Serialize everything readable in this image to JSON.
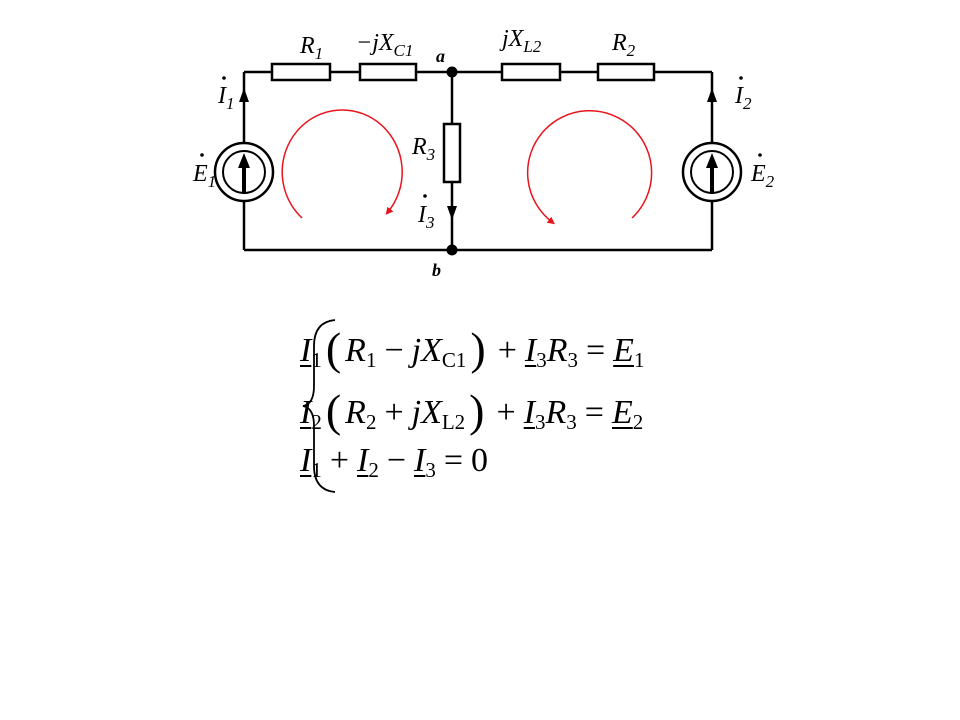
{
  "circuit": {
    "nodes": {
      "a": "a",
      "b": "b"
    },
    "elements": {
      "R1": {
        "name": "R",
        "sub": "1"
      },
      "XC1": {
        "pre": "−j",
        "name": "X",
        "sub": "C1"
      },
      "XL2": {
        "pre": "j",
        "name": "X",
        "sub": "L2"
      },
      "R2": {
        "name": "R",
        "sub": "2"
      },
      "R3": {
        "name": "R",
        "sub": "3"
      }
    },
    "currents": {
      "I1": {
        "name": "I",
        "sub": "1"
      },
      "I2": {
        "name": "I",
        "sub": "2"
      },
      "I3": {
        "name": "I",
        "sub": "3"
      }
    },
    "sources": {
      "E1": {
        "name": "E",
        "sub": "1"
      },
      "E2": {
        "name": "E",
        "sub": "2"
      }
    },
    "colors": {
      "wire": "#000000",
      "loop": "#e8141c"
    }
  },
  "equations": {
    "eq1": {
      "I1": "I",
      "s1": "1",
      "R1": "R",
      "r1": "1",
      "minus": "−",
      "j": "jX",
      "c1": "C1",
      "plus": "+",
      "I3": "I",
      "s3": "3",
      "R3": "R",
      "r3": "3",
      "eq": "=",
      "E1": "E",
      "e1": "1"
    },
    "eq2": {
      "I2": "I",
      "s2": "2",
      "R2": "R",
      "r2": "2",
      "plus1": "+",
      "j": "jX",
      "l2": "L2",
      "plus2": "+",
      "I3": "I",
      "s3": "3",
      "R3": "R",
      "r3": "3",
      "eq": "=",
      "E2": "E",
      "e2": "2"
    },
    "eq3": {
      "I1": "I",
      "s1": "1",
      "plus": "+",
      "I2": "I",
      "s2": "2",
      "minus": "−",
      "I3": "I",
      "s3": "3",
      "eq": "=",
      "zero": "0"
    }
  }
}
